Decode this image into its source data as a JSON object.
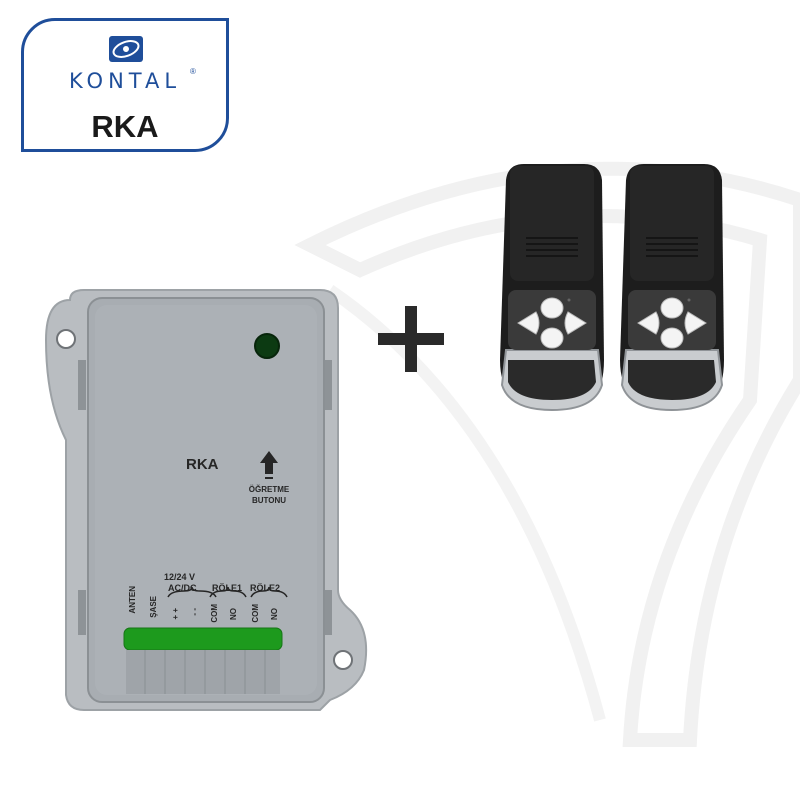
{
  "logo": {
    "brand": "KONTAL",
    "registered": "®",
    "product": "RKA"
  },
  "device": {
    "model_label": "RKA",
    "learn_button_line1": "ÖĞRETME",
    "learn_button_line2": "BUTONU",
    "voltage": "12/24 V",
    "current_type": "AC/DC",
    "relay1": "RÖLE1",
    "relay2": "RÖLE2",
    "terminals": {
      "anten": "ANTEN",
      "sase": "ŞASE",
      "plus": "+ +",
      "minus": "- -",
      "com1": "COM",
      "no1": "NO",
      "com2": "COM",
      "no2": "NO"
    }
  },
  "plus_sign": "+",
  "colors": {
    "brand_blue": "#1f4e9a",
    "housing_grey": "#a8adb2",
    "terminal_green": "#1d9a1d",
    "led_green": "#0c3a12",
    "remote_black": "#1d1d1d"
  }
}
